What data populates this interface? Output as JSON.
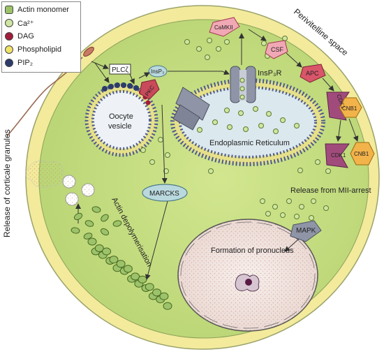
{
  "legend": {
    "items": [
      {
        "label": "Actin monomer",
        "color": "#9cc36a",
        "icon": "actin-monomer-icon"
      },
      {
        "label": "Ca²⁺",
        "color": "#cfe6a2",
        "icon": "calcium-ion-icon"
      },
      {
        "label": "DAG",
        "color": "#a11d3b",
        "icon": "dag-icon"
      },
      {
        "label": "Phospholipid",
        "color": "#f0e36a",
        "icon": "phospholipid-icon"
      },
      {
        "label": "PIP₂",
        "color": "#2d3b6b",
        "icon": "pip2-icon"
      }
    ]
  },
  "labels": {
    "perivitelline": "Perivitelline space",
    "cortical_release": "Release of corticale granules",
    "plc": "PLCζ",
    "insp3": "InsP₃",
    "insp3r": "InsP₃R",
    "pkc": "PKC",
    "camkii": "CaMKII",
    "csf": "CSF",
    "apc": "APC",
    "cnb1_top": "CNB1",
    "cdk1_top": "CDK1",
    "cdk1": "CDK1",
    "cnb1": "CNB1",
    "oocyte_vesicle_1": "Oocyte",
    "oocyte_vesicle_2": "vesicle",
    "er": "Endoplasmic Reticulum",
    "release_mii": "Release  from MII-arrest",
    "marcks": "MARCKS",
    "actin_depoly": "Actin depolymerisation",
    "mapk": "MAPK",
    "pronucleus": "Formation of pronucleus"
  },
  "colors": {
    "outer_ring": "#f0e68c",
    "cytoplasm": "#c3dc7c",
    "membrane_dark": "#4d5a8f",
    "membrane_light": "#e7e08a",
    "er_fill": "#dbe8ee",
    "channel": "#8f95a6",
    "kinase_pink": "#f1a8b5",
    "kinase_red": "#c94a5a",
    "cdk_purple": "#a14b7c",
    "cnb_orange": "#f2b34a",
    "marcks_fill": "#b9d9de",
    "nucleus_fill": "#f3e8e4"
  }
}
